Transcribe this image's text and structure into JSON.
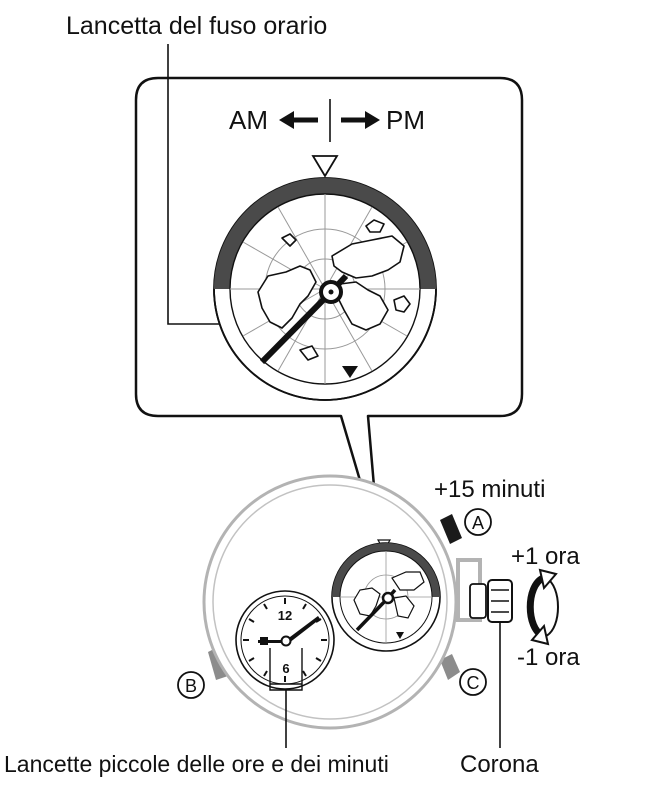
{
  "labels": {
    "tz_hand": "Lancetta del fuso orario",
    "am": "AM",
    "pm": "PM",
    "plus15": "+15 minuti",
    "plus1": "+1 ora",
    "minus1": "-1 ora",
    "small_hands": "Lancette piccole delle ore e dei minuti",
    "crown": "Corona",
    "btn_a": "A",
    "btn_b": "B",
    "btn_c": "C",
    "dial_12": "12",
    "dial_6": "6"
  },
  "icons": {
    "am_arrow": "arrow-left-icon",
    "pm_arrow": "arrow-right-icon",
    "rotate": "rotate-both-directions-icon",
    "index": "triangle-down-icon"
  },
  "colors": {
    "ring_dark": "#4a4a4a",
    "case": "#b3b3b3",
    "pusher": "#8c8c8c",
    "pusher_a": "#1a1a1a",
    "line": "#111111"
  }
}
